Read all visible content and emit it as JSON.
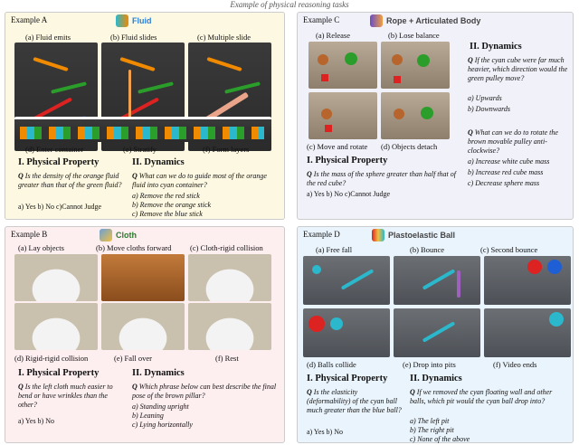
{
  "header": "Example of physical reasoning tasks",
  "A": {
    "ex": "Example A",
    "title": "Fluid",
    "subs": [
      "(a) Fluid emits",
      "(b) Fluid slides",
      "(c) Multiple slide",
      "(d) Enter container",
      "(e) Stratify",
      "(f) Form layers"
    ],
    "sec1": "I. Physical Property",
    "sec2": "II. Dynamics",
    "q1": "Is the density of the orange fluid greater than that of the green fluid?",
    "a1": "a) Yes  b) No c)Cannot Judge",
    "q2": "What can we do to guide most of the orange fluid into cyan container?",
    "opts2": [
      "a) Remove the red stick",
      "b) Remove the orange stick",
      "c) Remove the blue stick"
    ]
  },
  "B": {
    "ex": "Example B",
    "title": "Cloth",
    "subs": [
      "(a) Lay objects",
      "(b) Move cloths forward",
      "(c) Cloth-rigid collision",
      "(d) Rigid-rigid collision",
      "(e) Fall over",
      "(f) Rest"
    ],
    "sec1": "I. Physical Property",
    "sec2": "II. Dynamics",
    "q1": "Is the left cloth much easier to bend or have wrinkles than the other?",
    "a1": "a) Yes  b) No",
    "q2": "Which phrase below can best describe the final pose of the brown pillar?",
    "opts2": [
      "a) Standing upright",
      "b) Leaning",
      "c) Lying horizontally"
    ]
  },
  "C": {
    "ex": "Example C",
    "title": "Rope + Articulated Body",
    "subs": [
      "(a) Release",
      "(b) Lose balance",
      "(c) Move and rotate",
      "(d) Objects detach"
    ],
    "sec1": "I. Physical Property",
    "sec2": "II. Dynamics",
    "q1": "Is the mass of the sphere greater than half that of the red cube?",
    "a1": "a) Yes  b) No c)Cannot Judge",
    "q2": "If the cyan cube were far much heavier, which direction would the green pulley move?",
    "opts2": [
      "a) Upwards",
      "b) Downwards"
    ],
    "q3": "What can we do to rotate the brown movable pulley anti-clockwise?",
    "opts3": [
      "a) Increase white cube mass",
      "b) Increase red cube mass",
      "c) Decrease sphere mass"
    ]
  },
  "D": {
    "ex": "Example D",
    "title": "Plastoelastic Ball",
    "subs": [
      "(a) Free fall",
      "(b) Bounce",
      "(c) Second bounce",
      "(d) Balls collide",
      "(e) Drop into pits",
      "(f) Video ends"
    ],
    "sec1": "I. Physical Property",
    "sec2": "II. Dynamics",
    "q1": "Is the elasticity (deformability) of the cyan ball much greater than the blue ball?",
    "a1": "a) Yes  b) No",
    "q2": "If we removed the cyan floating wall and other balls, which pit would the cyan ball drop into?",
    "opts2": [
      "a) The left pit",
      "b) The right pit",
      "c) None of the above"
    ]
  }
}
